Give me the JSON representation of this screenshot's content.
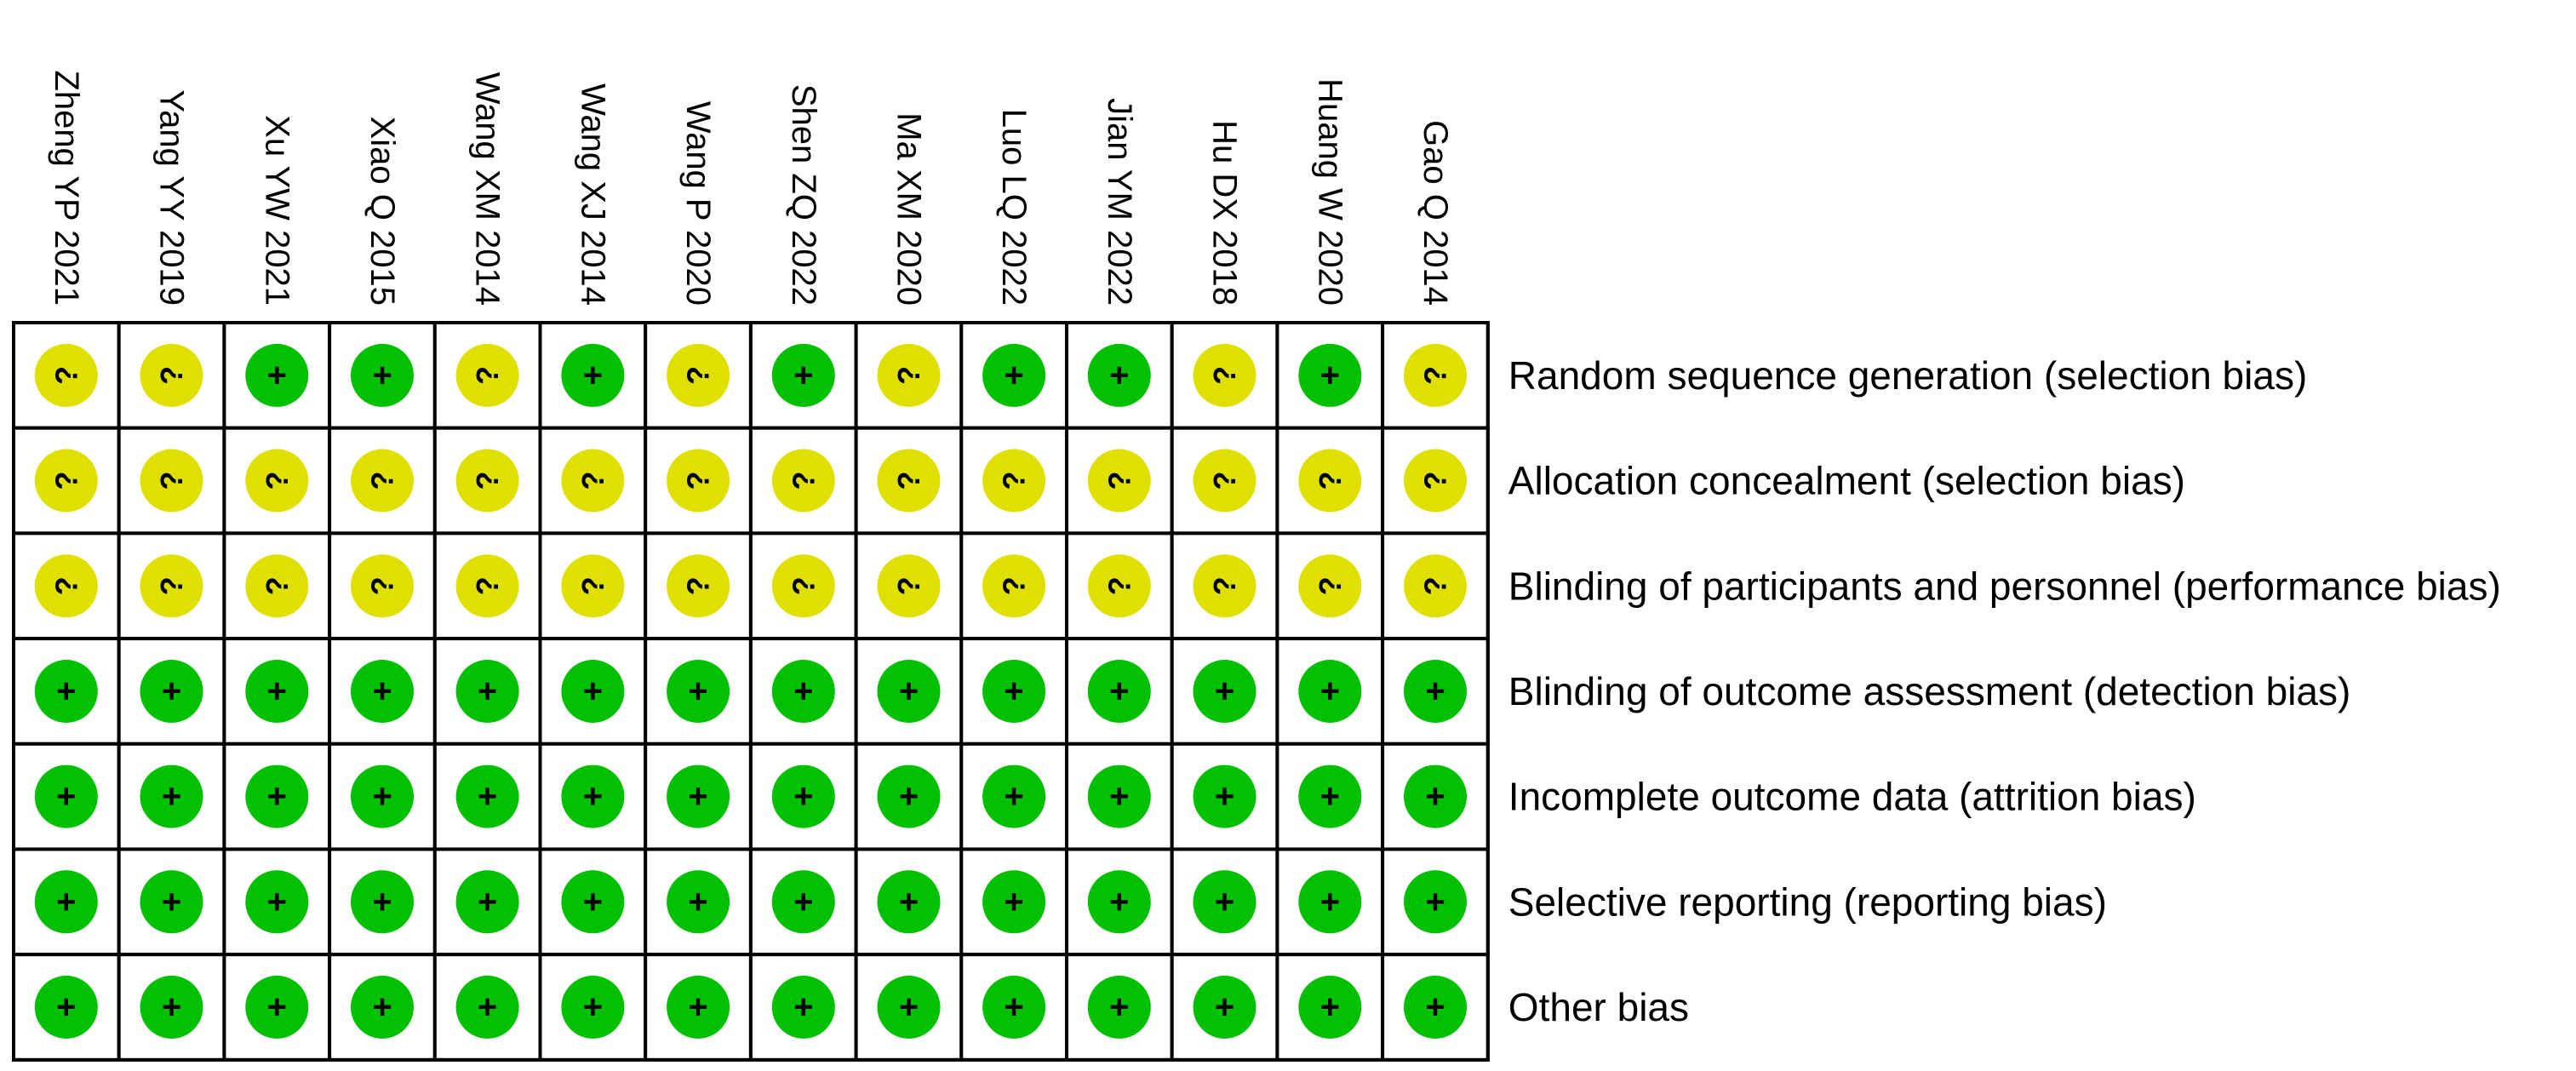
{
  "chart_data": {
    "type": "table",
    "title": "",
    "studies": [
      "Zheng YP 2021",
      "Yang YY 2019",
      "Xu YW 2021",
      "Xiao Q 2015",
      "Wang XM 2014",
      "Wang XJ 2014",
      "Wang P 2020",
      "Shen ZQ 2022",
      "Ma XM 2020",
      "Luo LQ 2022",
      "Jian YM 2022",
      "Hu DX 2018",
      "Huang W 2020",
      "Gao Q 2014"
    ],
    "domains": [
      "Random sequence generation (selection bias)",
      "Allocation concealment (selection bias)",
      "Blinding of participants and personnel (performance bias)",
      "Blinding of outcome assessment (detection bias)",
      "Incomplete outcome data (attrition bias)",
      "Selective reporting (reporting bias)",
      "Other bias"
    ],
    "judgements": [
      [
        "?",
        "?",
        "+",
        "+",
        "?",
        "+",
        "?",
        "+",
        "?",
        "+",
        "+",
        "?",
        "+",
        "?"
      ],
      [
        "?",
        "?",
        "?",
        "?",
        "?",
        "?",
        "?",
        "?",
        "?",
        "?",
        "?",
        "?",
        "?",
        "?"
      ],
      [
        "?",
        "?",
        "?",
        "?",
        "?",
        "?",
        "?",
        "?",
        "?",
        "?",
        "?",
        "?",
        "?",
        "?"
      ],
      [
        "+",
        "+",
        "+",
        "+",
        "+",
        "+",
        "+",
        "+",
        "+",
        "+",
        "+",
        "+",
        "+",
        "+"
      ],
      [
        "+",
        "+",
        "+",
        "+",
        "+",
        "+",
        "+",
        "+",
        "+",
        "+",
        "+",
        "+",
        "+",
        "+"
      ],
      [
        "+",
        "+",
        "+",
        "+",
        "+",
        "+",
        "+",
        "+",
        "+",
        "+",
        "+",
        "+",
        "+",
        "+"
      ],
      [
        "+",
        "+",
        "+",
        "+",
        "+",
        "+",
        "+",
        "+",
        "+",
        "+",
        "+",
        "+",
        "+",
        "+"
      ]
    ],
    "symbol_colors": {
      "+": "#00c000",
      "?": "#e0e000"
    },
    "grid_color": "#000000"
  }
}
